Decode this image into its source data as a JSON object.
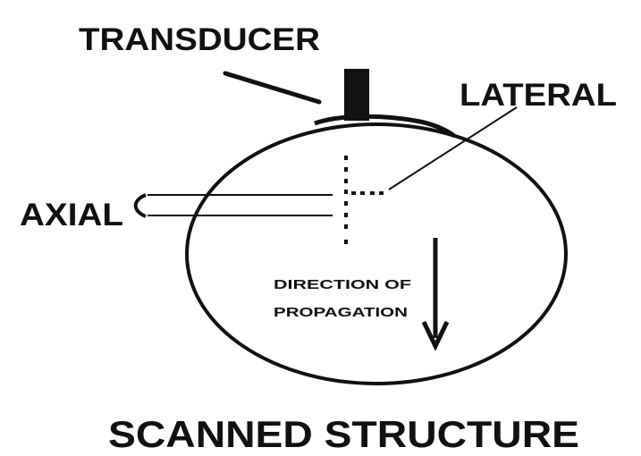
{
  "labels": {
    "transducer": "TRANSDUCER",
    "lateral": "LATERAL",
    "axial": "AXIAL",
    "direction_line1": "DIRECTION OF",
    "direction_line2": "PROPAGATION",
    "caption": "SCANNED STRUCTURE"
  },
  "colors": {
    "ink": "#111111",
    "background": "#ffffff"
  }
}
